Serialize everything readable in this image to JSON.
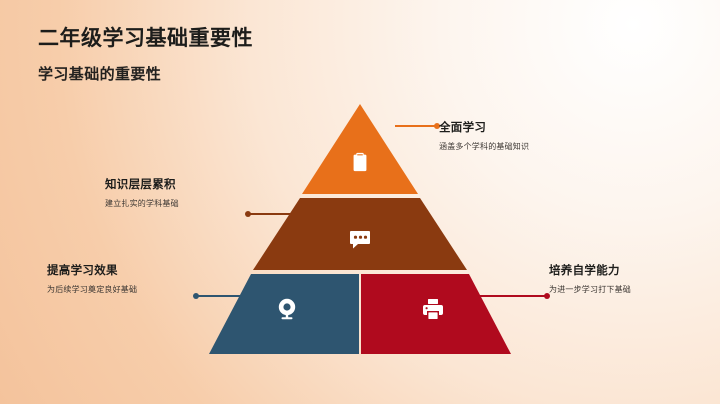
{
  "header": {
    "title": "二年级学习基础重要性",
    "subtitle": "学习基础的重要性"
  },
  "colors": {
    "tier_top": "#E8701A",
    "tier_middle": "#8A3A10",
    "tier_bottom_left": "#2E5570",
    "tier_bottom_right": "#B00A1E",
    "background_light": "#FFFFFF",
    "background_peach": "#F4C39C",
    "title_text": "#1D1D1B",
    "body_text": "#3A3531"
  },
  "pyramid": {
    "tiers": [
      {
        "id": "top",
        "icon": "clipboard-icon",
        "color": "#E8701A",
        "callout_title": "全面学习",
        "callout_desc": "涵盖多个学科的基础知识",
        "callout_side": "right"
      },
      {
        "id": "middle",
        "icon": "chat-bubble-icon",
        "color": "#8A3A10",
        "callout_title": "知识层层累积",
        "callout_desc": "建立扎实的学科基础",
        "callout_side": "left"
      },
      {
        "id": "bottom-left",
        "icon": "webcam-icon",
        "color": "#2E5570",
        "callout_title": "提高学习效果",
        "callout_desc": "为后续学习奠定良好基础",
        "callout_side": "left"
      },
      {
        "id": "bottom-right",
        "icon": "printer-icon",
        "color": "#B00A1E",
        "callout_title": "培养自学能力",
        "callout_desc": "为进一步学习打下基础",
        "callout_side": "right"
      }
    ]
  }
}
